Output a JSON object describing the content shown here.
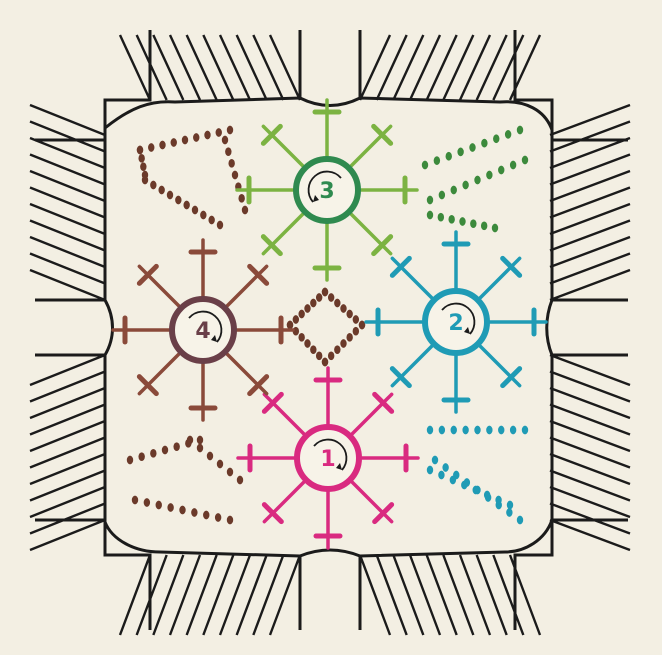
{
  "motifs": [
    {
      "number": "1",
      "color": "#d92a80",
      "direction": "clockwise"
    },
    {
      "number": "2",
      "color": "#1f9bb5",
      "direction": "clockwise"
    },
    {
      "number": "3",
      "color": "#2f8a4f",
      "direction": "counterclockwise"
    },
    {
      "number": "4",
      "color": "#6a3f48",
      "direction": "clockwise"
    }
  ],
  "colors": {
    "background": "#f3efe3",
    "frame": "#1b1b1b",
    "spoke_motif3": "#7cb342",
    "spoke_motif4": "#8a4a3a",
    "join_dots": "#6b3a2a"
  },
  "icons": [
    "rotation-arrow-icon"
  ]
}
